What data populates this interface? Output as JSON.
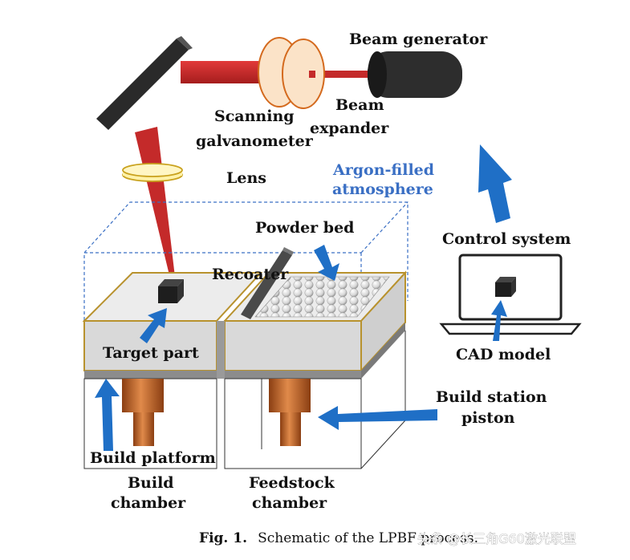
{
  "labels": {
    "beam_generator": "Beam generator",
    "beam_expander_1": "Beam",
    "beam_expander_2": "expander",
    "scanning_1": "Scanning",
    "scanning_2": "galvanometer",
    "lens": "Lens",
    "argon_1": "Argon-filled",
    "argon_2": "atmosphere",
    "control_system": "Control system",
    "powder_bed": "Powder bed",
    "recoater": "Recoater",
    "target_part": "Target part",
    "cad_model": "CAD model",
    "build_station_1": "Build station",
    "build_station_2": "piston",
    "build_platform": "Build platform",
    "build_chamber_1": "Build",
    "build_chamber_2": "chamber",
    "feedstock_1": "Feedstock",
    "feedstock_2": "chamber"
  },
  "caption": {
    "prefix": "Fig. 1.",
    "text": "Schematic of the LPBF process."
  },
  "watermark": "头条 @长三角G60激光联盟",
  "colors": {
    "laser": "#c42a2a",
    "arrow": "#1f6fc6",
    "chamber_outline": "#b8922e",
    "piston": "#c96a2e",
    "powder_surface": "#ececec",
    "powder_side": "#d9d9d9",
    "argon_text": "#3a6fc4"
  }
}
